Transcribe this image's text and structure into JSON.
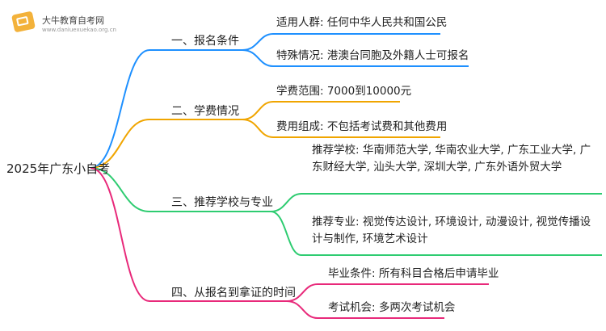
{
  "logo": {
    "name": "大牛教育自考网",
    "url": "www.daniuexuekao.org.cn",
    "icon": "book-badge-icon"
  },
  "root": "2025年广东小自考",
  "colors": {
    "blue": "#1e90ff",
    "orange": "#f0a500",
    "green": "#2ecc71",
    "pink": "#e8297a"
  },
  "branches": [
    {
      "label": "一、报名条件",
      "children": [
        "适用人群: 任何中华人民共和国公民",
        "特殊情况: 港澳台同胞及外籍人士可报名"
      ]
    },
    {
      "label": "二、学费情况",
      "children": [
        "学费范围: 7000到10000元",
        "费用组成: 不包括考试费和其他费用"
      ]
    },
    {
      "label": "三、推荐学校与专业",
      "children": [
        "推荐学校: 华南师范大学, 华南农业大学, 广东工业大学, 广东财经大学, 汕头大学, 深圳大学, 广东外语外贸大学",
        "推荐专业: 视觉传达设计, 环境设计, 动漫设计, 视觉传播设计与制作, 环境艺术设计"
      ]
    },
    {
      "label": "四、从报名到拿证的时间",
      "children": [
        "毕业条件: 所有科目合格后申请毕业",
        "考试机会: 多两次考试机会"
      ]
    }
  ]
}
